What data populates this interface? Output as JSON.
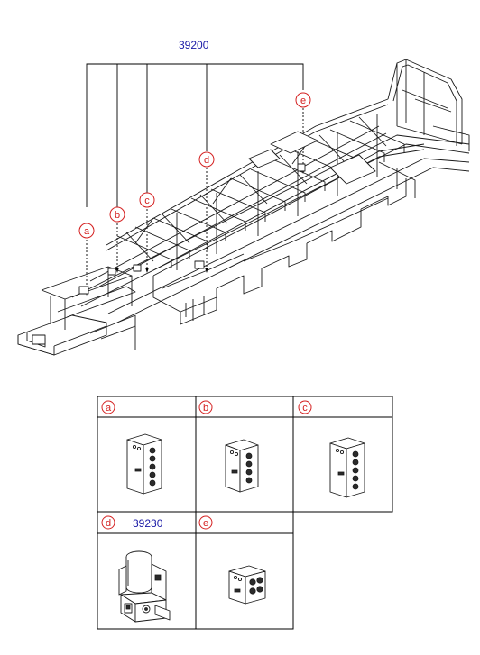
{
  "main_part_number": "39200",
  "callouts": {
    "a": "a",
    "b": "b",
    "c": "c",
    "d": "d",
    "e": "e"
  },
  "detail_table": {
    "cells": [
      {
        "letter": "a",
        "part_number": ""
      },
      {
        "letter": "b",
        "part_number": ""
      },
      {
        "letter": "c",
        "part_number": ""
      },
      {
        "letter": "d",
        "part_number": "39230"
      },
      {
        "letter": "e",
        "part_number": ""
      }
    ]
  },
  "colors": {
    "callout_red": "#d42020",
    "part_number_blue": "#1a1aa6",
    "line_black": "#1a1a1a"
  },
  "icons": [
    "junction-block-icon",
    "actuator-motor-icon"
  ]
}
